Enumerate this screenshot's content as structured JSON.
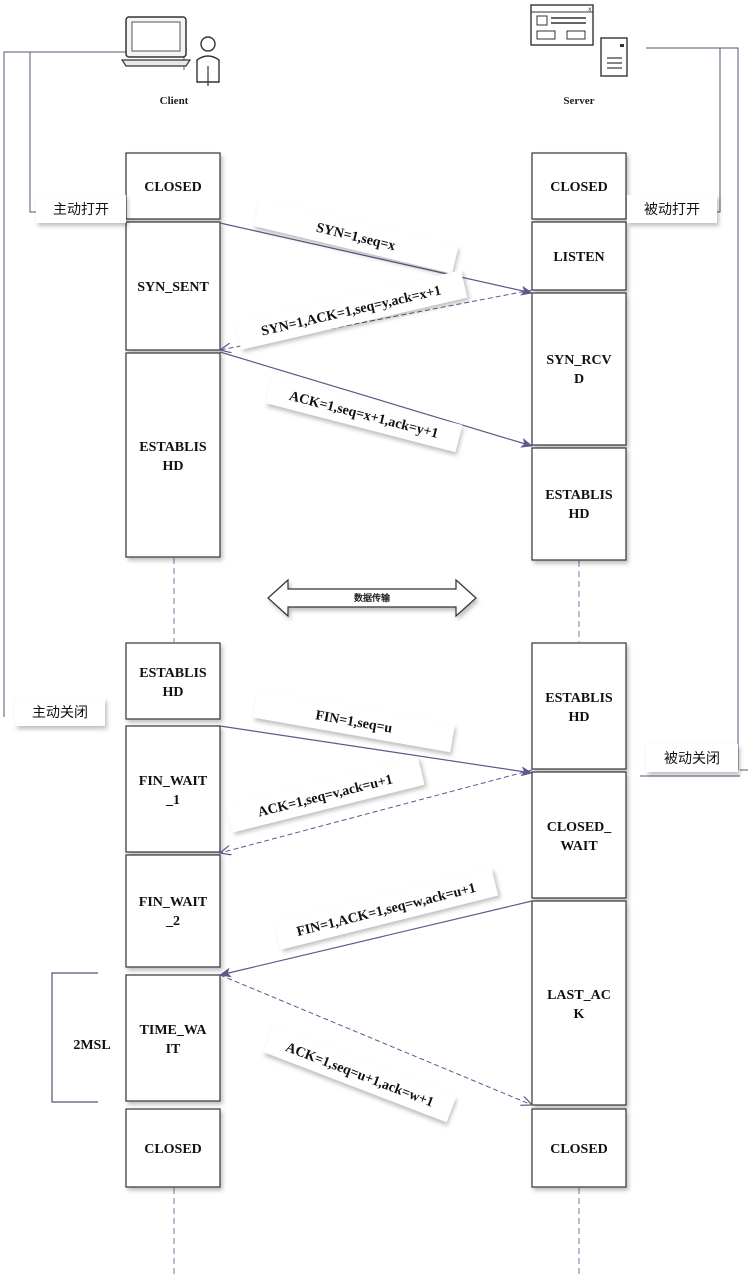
{
  "actors": {
    "client": "Client",
    "server": "Server"
  },
  "client_states": [
    {
      "lines": [
        "CLOSED"
      ]
    },
    {
      "lines": [
        "SYN_SENT"
      ]
    },
    {
      "lines": [
        "ESTABLIS",
        "HD"
      ]
    },
    {
      "lines": [
        "ESTABLIS",
        "HD"
      ]
    },
    {
      "lines": [
        "FIN_WAIT",
        "_1"
      ]
    },
    {
      "lines": [
        "FIN_WAIT",
        "_2"
      ]
    },
    {
      "lines": [
        "TIME_WA",
        "IT"
      ]
    },
    {
      "lines": [
        "CLOSED"
      ]
    }
  ],
  "server_states": [
    {
      "lines": [
        "CLOSED"
      ]
    },
    {
      "lines": [
        "LISTEN"
      ]
    },
    {
      "lines": [
        "SYN_RCV",
        "D"
      ]
    },
    {
      "lines": [
        "ESTABLIS",
        "HD"
      ]
    },
    {
      "lines": [
        "ESTABLIS",
        "HD"
      ]
    },
    {
      "lines": [
        "CLOSED_",
        "WAIT"
      ]
    },
    {
      "lines": [
        "LAST_AC",
        "K"
      ]
    },
    {
      "lines": [
        "CLOSED"
      ]
    }
  ],
  "messages": [
    "SYN=1,seq=x",
    "SYN=1,ACK=1,seq=y,ack=x+1",
    "ACK=1,seq=x+1,ack=y+1",
    "FIN=1,seq=u",
    "ACK=1,seq=v,ack=u+1",
    "FIN=1,ACK=1,seq=w,ack=u+1",
    "ACK=1,seq=u+1,ack=w+1"
  ],
  "labels": {
    "active_open": "主动打开",
    "passive_open": "被动打开",
    "active_close": "主动关闭",
    "passive_close": "被动关闭",
    "data_transfer": "数据传输",
    "two_msl": "2MSL"
  },
  "colors": {
    "arrow": "#5a5a8c",
    "box_border": "#333333",
    "bracket": "#555577"
  }
}
